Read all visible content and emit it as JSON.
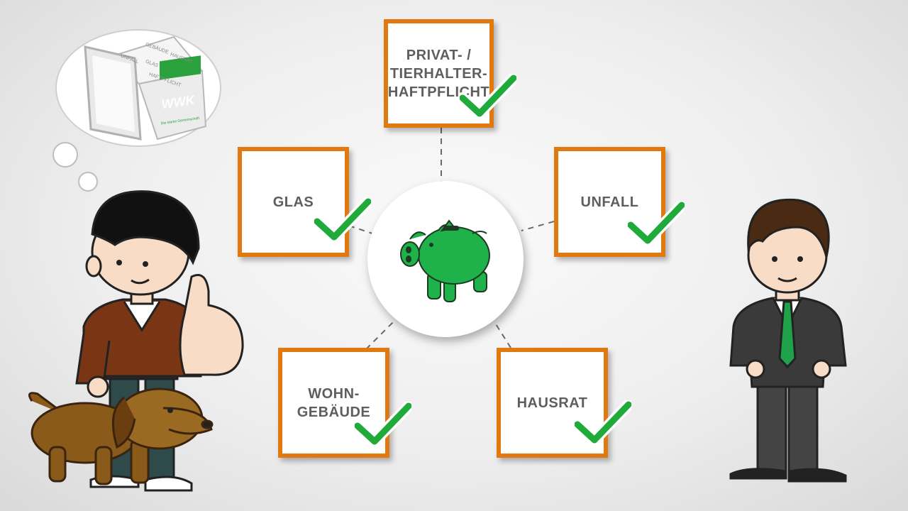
{
  "diagram": {
    "center": {
      "icon": "piggy-bank-icon"
    },
    "nodes": [
      {
        "id": "privat",
        "label": "PRIVAT- /\nTIERHALTER-\nHAFTPFLICHT",
        "checked": true
      },
      {
        "id": "glas",
        "label": "GLAS",
        "checked": true
      },
      {
        "id": "unfall",
        "label": "UNFALL",
        "checked": true
      },
      {
        "id": "wohngebaeude",
        "label": "WOHN-\nGEBÄUDE",
        "checked": true
      },
      {
        "id": "hausrat",
        "label": "HAUSRAT",
        "checked": true
      }
    ]
  },
  "thought_bubble": {
    "logo_text": "WWK",
    "logo_tagline": "Die starke Gemeinschaft",
    "box_labels": [
      "UNFALL",
      "GEBÄUDE",
      "HAUSRAT",
      "GLAS",
      "HAFTPFLICHT"
    ]
  },
  "colors": {
    "accent_orange": "#e07a10",
    "check_green": "#1faa3a",
    "piggy_green": "#1fb14a",
    "text_grey": "#5e5e5e"
  }
}
